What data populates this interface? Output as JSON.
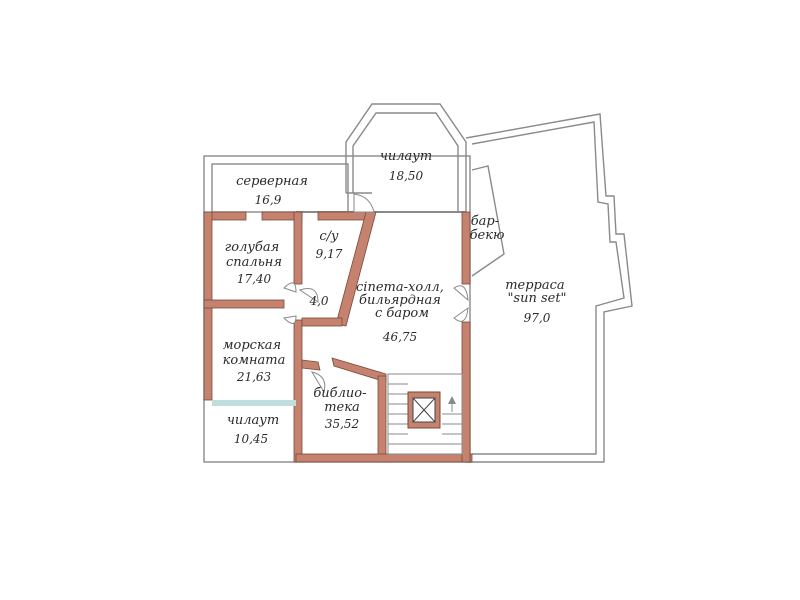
{
  "rooms": [
    {
      "id": "server",
      "lines": [
        "серверная"
      ],
      "area": "16,9"
    },
    {
      "id": "chillout-top",
      "lines": [
        "чилаут"
      ],
      "area": "18,50"
    },
    {
      "id": "blue-bedroom",
      "lines": [
        "голубая",
        "спальня"
      ],
      "area": "17,40"
    },
    {
      "id": "wc",
      "lines": [
        "с/у"
      ],
      "area": "9,17"
    },
    {
      "id": "hall-small",
      "lines": [],
      "area": "4,0"
    },
    {
      "id": "cinema-hall",
      "lines": [
        "cіnema-холл,",
        "бильярдная",
        "с баром"
      ],
      "area": "46,75"
    },
    {
      "id": "bbq",
      "lines": [
        "бар-",
        "бекю"
      ],
      "area": ""
    },
    {
      "id": "terrace",
      "lines": [
        "терраса",
        "\"sun set\""
      ],
      "area": "97,0"
    },
    {
      "id": "sea-room",
      "lines": [
        "морская",
        "комната"
      ],
      "area": "21,63"
    },
    {
      "id": "library",
      "lines": [
        "библио-",
        "тека"
      ],
      "area": "35,52"
    },
    {
      "id": "chillout-bottom",
      "lines": [
        "чилаут"
      ],
      "area": "10,45"
    }
  ],
  "colors": {
    "brick_wall": "#c4826f",
    "outline": "#8a8a8a",
    "glass": "#bfdedd",
    "text": "#2a2a2a"
  }
}
